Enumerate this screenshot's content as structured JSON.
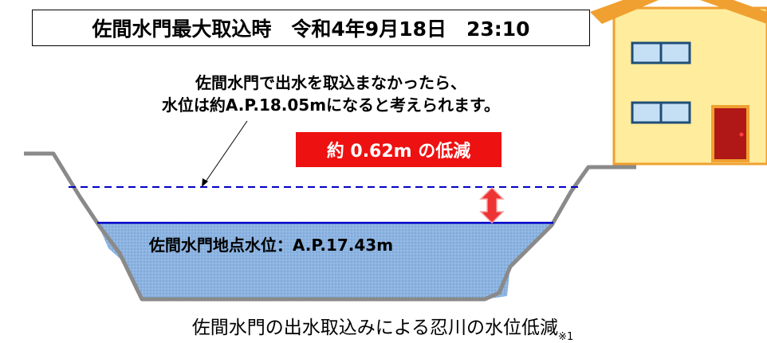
{
  "title": "佐間水門最大取込時　令和4年9月18日　23:10",
  "note_line1": "佐間水門で出水を取込まなかったら、",
  "note_line2": "水位は約A.P.18.05mになると考えられます。",
  "reduction": "約 0.62m の低減",
  "water_level_label": "佐間水門地点水位：A.P.17.43m",
  "caption": "佐間水門の出水取込みによる忍川の水位低減",
  "caption_note": "※1",
  "colors": {
    "water": "#8db4e2",
    "water_line": "#0000c8",
    "dashed_line": "#0000c8",
    "badge": "#ee1111",
    "arrow": "#ee3333",
    "house_wall": "#ffec9c",
    "house_roof": "#f0a030",
    "window": "#c5e0f5",
    "door": "#b01818"
  }
}
